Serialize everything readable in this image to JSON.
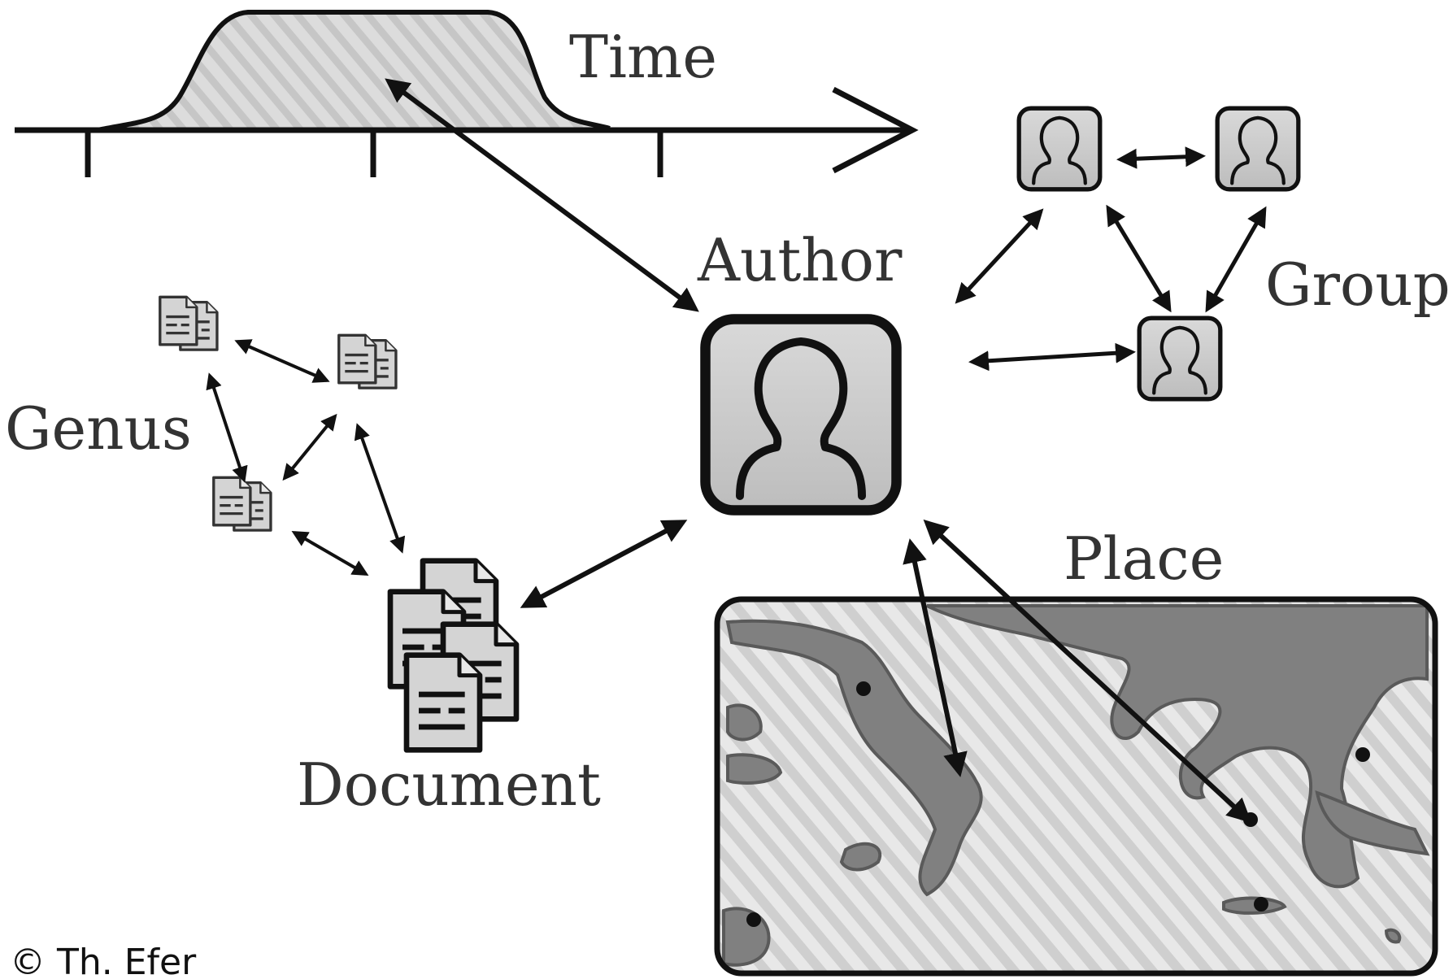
{
  "labels": {
    "time": "Time",
    "author": "Author",
    "group": "Group",
    "genus": "Genus",
    "document": "Document",
    "place": "Place"
  },
  "copyright": "© Th. Efer",
  "colors": {
    "ink": "#111111",
    "icon_fill": "#cfcfcf",
    "map_land": "#7f7f7f",
    "map_sea": "#e6e6e6",
    "hatch": "#cfcfcf"
  },
  "icons": [
    "person-icon",
    "document-stack-icon",
    "map",
    "timeline"
  ]
}
